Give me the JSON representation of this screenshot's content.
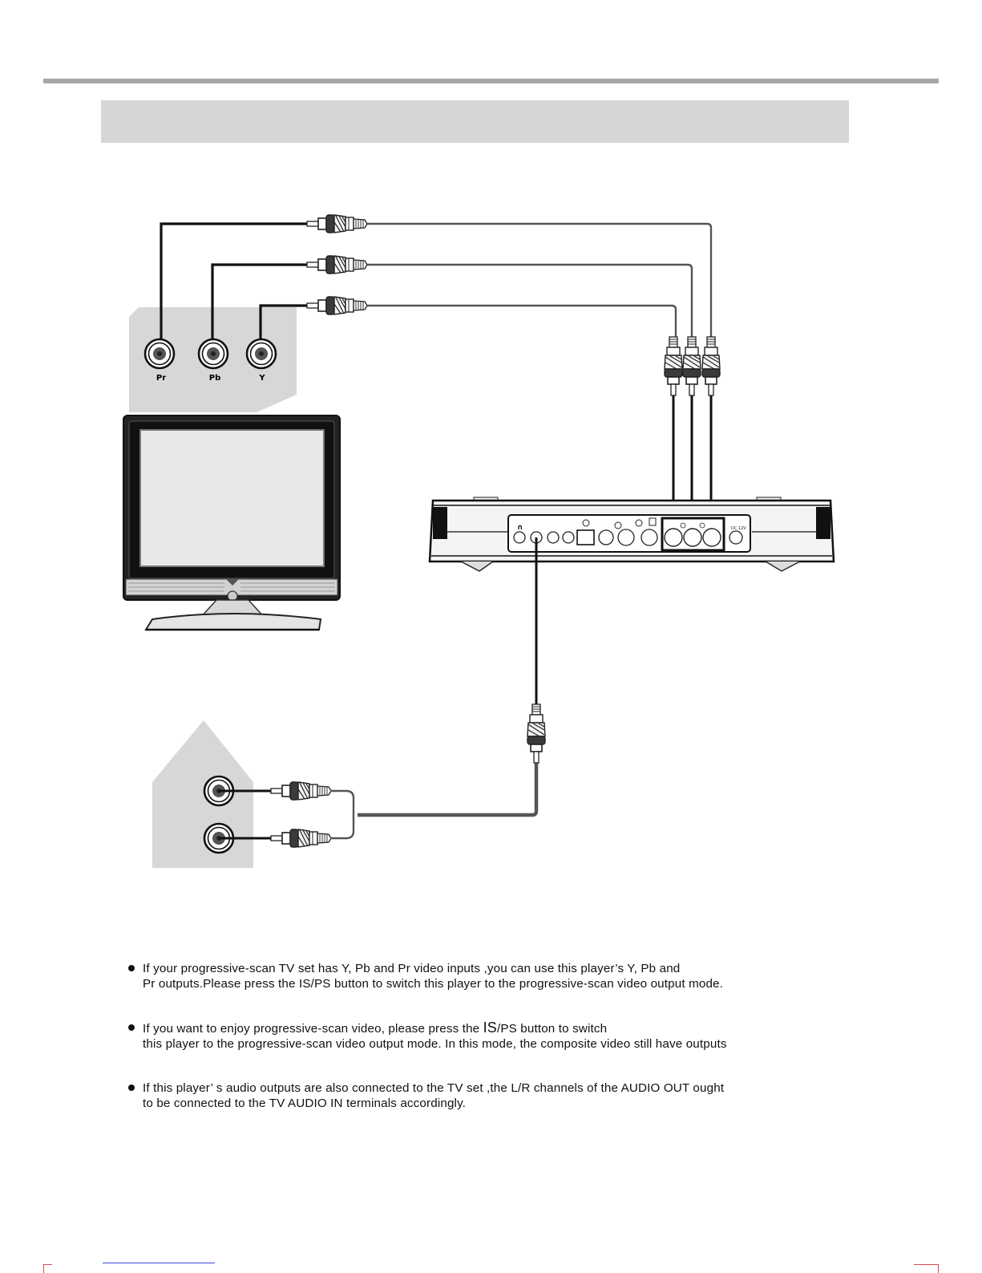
{
  "jacks": {
    "pr": "Pr",
    "pb": "Pb",
    "y": "Y"
  },
  "player_panel": {
    "dc_label": "DC 12V"
  },
  "notes": [
    {
      "line1": "If your progressive-scan TV set has Y, Pb and Pr video inputs ,you can use this player’s Y, Pb and",
      "line2": "Pr outputs.Please press the  IS/PS button to switch this player to the progressive-scan video output mode."
    },
    {
      "line1_pre": "If you want to enjoy progressive-scan video, please  press the ",
      "line1_big": "IS",
      "line1_post": "/PS  button to  switch",
      "line2": " this player to the progressive-scan video output mode. In this mode, the composite video  still have outputs"
    },
    {
      "line1": "If this player’ s audio outputs are also connected to the TV set ,the L/R channels of  the  AUDIO OUT ought",
      "line2": "to be connected to the TV AUDIO IN terminals accordingly."
    }
  ]
}
